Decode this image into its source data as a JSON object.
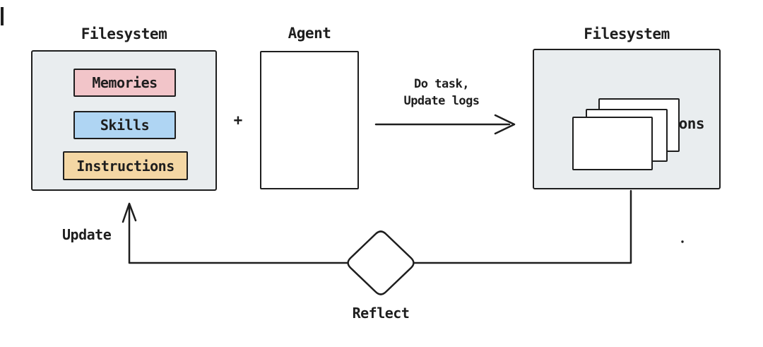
{
  "diagram": {
    "left_panel": {
      "title": "Filesystem",
      "items": [
        {
          "label": "Memories",
          "color": "#f2c5c9"
        },
        {
          "label": "Skills",
          "color": "#afd5f3"
        },
        {
          "label": "Instructions",
          "color": "#f4d7a4"
        }
      ]
    },
    "plus": "+",
    "agent": {
      "title": "Agent"
    },
    "task_arrow": {
      "label_line1": "Do task,",
      "label_line2": "Update logs"
    },
    "right_panel": {
      "title": "Filesystem",
      "content_label": "Agent Sessions",
      "card_count": 3
    },
    "feedback": {
      "update_label": "Update",
      "reflect_label": "Reflect"
    },
    "colors": {
      "ink": "#1e1e1e",
      "panel_fill": "#e9edef",
      "card_fill": "#ffffff",
      "background": "#ffffff"
    }
  }
}
